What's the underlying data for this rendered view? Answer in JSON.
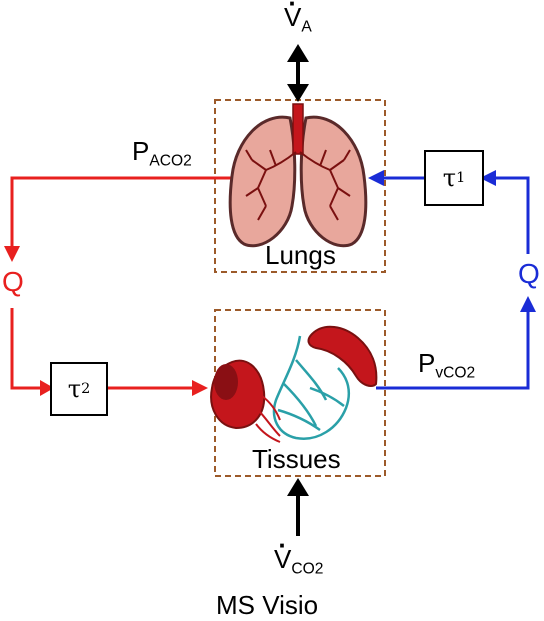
{
  "labels": {
    "va_main": "V",
    "va_sub": "A",
    "paco2_main": "P",
    "paco2_sub": "ACO2",
    "pvco2_main": "P",
    "pvco2_sub": "vCO2",
    "vco2_main": "V",
    "vco2_sub": "CO2",
    "q_left": "Q",
    "q_right": "Q",
    "lungs": "Lungs",
    "tissues": "Tissues",
    "tau1_main": "τ",
    "tau1_sub": "1",
    "tau2_main": "τ",
    "tau2_sub": "2",
    "caption": "MS Visio"
  },
  "colors": {
    "arterial": "#e8201f",
    "venous": "#1a2cd6",
    "box_border": "#9c5a2a",
    "lung_fill": "#e8a79c",
    "lung_outline": "#5a2a2a",
    "vessel_red": "#c4161c",
    "vessel_teal": "#2aa0a8"
  }
}
